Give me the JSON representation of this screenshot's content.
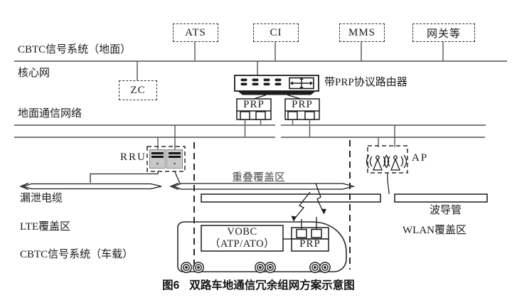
{
  "figure_caption": {
    "number": "图6",
    "title": "双路车地通信冗余组网方案示意图"
  },
  "region_labels": {
    "cbtc_ground": "CBTC信号系统（地面）",
    "core_network": "核心网",
    "ground_comm_network": "地面通信网络",
    "leaky_cable": "漏泄电缆",
    "lte_coverage": "LTE覆盖区",
    "cbtc_onboard": "CBTC信号系统（车载）",
    "overlap_coverage": "重叠覆盖区",
    "waveguide": "波导管",
    "wlan_coverage": "WLAN覆盖区"
  },
  "devices": {
    "top_systems": [
      {
        "label": "ATS"
      },
      {
        "label": "CI"
      },
      {
        "label": "MMS"
      },
      {
        "label": "网关等"
      }
    ],
    "zc": {
      "label": "ZC"
    },
    "router": {
      "label": "带PRP协议路由器"
    },
    "prp_ground_left": {
      "label": "PRP"
    },
    "prp_ground_right": {
      "label": "PRP"
    },
    "rru": {
      "label": "RRU"
    },
    "ap": {
      "label": "AP"
    },
    "vobc": {
      "line1": "VOBC",
      "line2": "（ATP/ATO）"
    },
    "prp_onboard": {
      "label": "PRP"
    }
  },
  "colors": {
    "background": "#ffffff",
    "line_dark": "#2a2a2a",
    "bus_gray": "#7d7d7d",
    "device_fill": "#c9c9c9",
    "text": "#1a1a1a"
  }
}
